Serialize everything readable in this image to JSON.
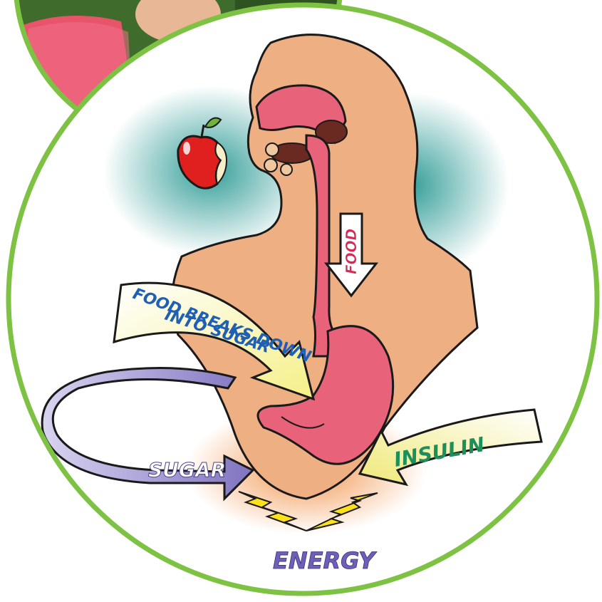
{
  "labels": {
    "food": "FOOD",
    "breaks_line1": "FOOD BREAKS DOWN",
    "breaks_line2": "INTO SUGAR",
    "sugar": "SUGAR",
    "insulin": "INSULIN",
    "energy": "ENERGY"
  },
  "icons": {
    "apple": "apple-icon",
    "lightning": "lightning-bolt-icon"
  },
  "colors": {
    "circle_border": "#7dc242",
    "skin": "#eeb083",
    "digestive_tract": "#e8637a",
    "food_label": "#d42b53",
    "breaks_label": "#1f5fb4",
    "breaks_arrow": "#f7f4a8",
    "sugar_arrow": "#8c7fc8",
    "insulin_label": "#1d8f5a",
    "insulin_arrow": "#f2ee9c",
    "energy_label": "#6d60b8",
    "lightning": "#ffe11a"
  }
}
